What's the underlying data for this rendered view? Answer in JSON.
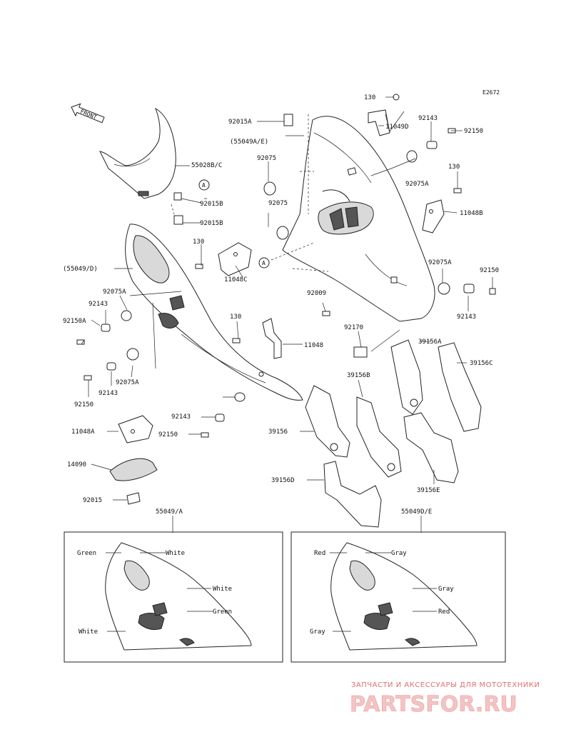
{
  "diagram_code": "E2672",
  "direction_label": "FRONT",
  "callout_ref": "A",
  "watermark": {
    "line1": "ЗАПЧАСТИ И АКСЕССУАРЫ ДЛЯ МОТОТЕХНИКИ",
    "logo_text": "PARTSFOR.RU"
  },
  "part_labels": [
    "130",
    "11049D",
    "92143",
    "92150",
    "92015A",
    "(55049A/E)",
    "92075",
    "92075A",
    "130",
    "92075",
    "11048B",
    "55028B/C",
    "92015B",
    "92015B",
    "130",
    "(55049/D)",
    "11048C",
    "92075A",
    "92150",
    "92075A",
    "92143",
    "92150A",
    "92143",
    "92009",
    "130",
    "11048",
    "92170",
    "39156A",
    "39156C",
    "92075A",
    "39156B",
    "92143",
    "92150",
    "92143",
    "92150",
    "11048A",
    "39156",
    "14090",
    "39156D",
    "39156E",
    "92015"
  ],
  "color_panels": [
    {
      "title": "55049/A",
      "labels": [
        "Green",
        "White",
        "White",
        "Green",
        "White"
      ]
    },
    {
      "title": "55049D/E",
      "labels": [
        "Red",
        "Gray",
        "Gray",
        "Red",
        "Gray"
      ]
    }
  ]
}
